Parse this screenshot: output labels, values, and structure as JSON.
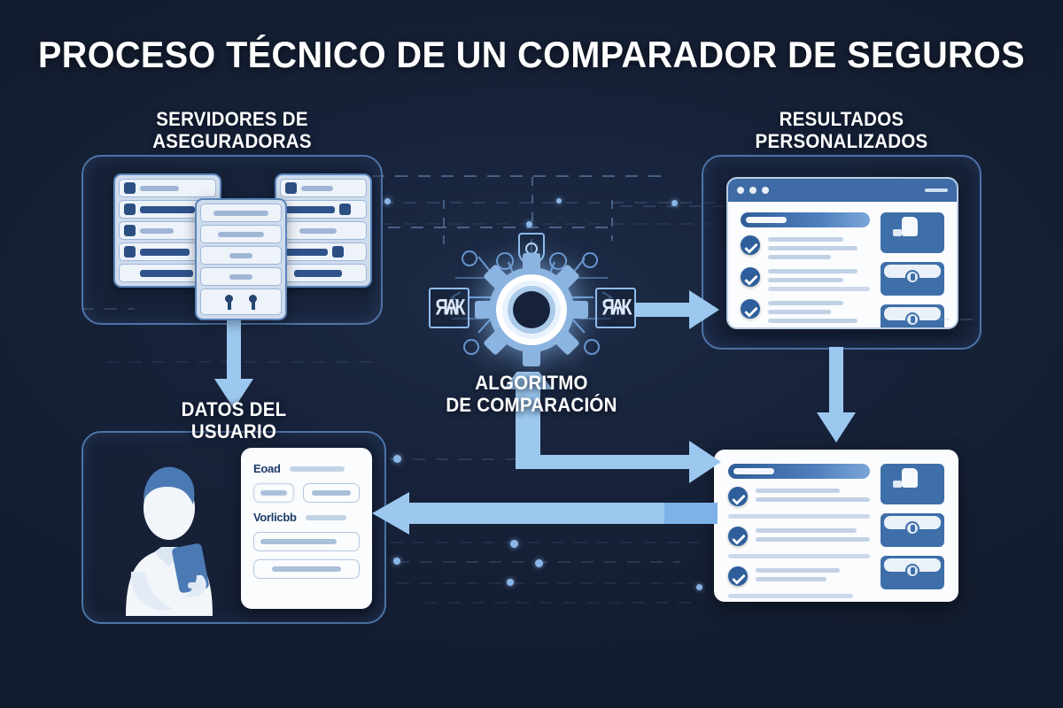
{
  "meta": {
    "title": "PROCESO TÉCNICO DE UN COMPARADOR DE SEGUROS",
    "background_color": "#151f33",
    "accent_color": "#8cb4e0",
    "panel_border_color": "#4d74a8",
    "card_blue": "#3e6fa8"
  },
  "panels": {
    "servers": {
      "label": "SERVIDORES DE\nASEGURADORAS",
      "icon": "server-rack-icon",
      "racks": [
        {
          "name": "rack-left",
          "rows": 5
        },
        {
          "name": "rack-center",
          "rows": 5
        },
        {
          "name": "rack-right",
          "rows": 5
        }
      ]
    },
    "results": {
      "label": "RESULTADOS\nPERSONALIZADOS",
      "window": {
        "dots": 3,
        "rows": 3,
        "side_icons": [
          "thumbs-up-icon",
          "wallet-icon",
          "wallet-icon"
        ]
      }
    },
    "user_data": {
      "label": "DATOS DEL\nUSUARIO",
      "illustration": "person-with-phone",
      "form": {
        "field_labels": [
          "Eoad",
          "Vorlicbb"
        ],
        "fields": 4
      }
    },
    "comparison": {
      "label": "ALGORITMO\nDE COMPARACIÓN",
      "center_icon": "gear-icon",
      "left_icon": "data-node-icon",
      "right_icon": "data-node-icon",
      "top_icon": "shield-security-icon"
    },
    "offers": {
      "rows": 3,
      "side_icons": [
        "thumbs-up-icon",
        "wallet-icon",
        "wallet-icon"
      ]
    }
  },
  "flow": {
    "arrows": [
      {
        "name": "arrow-servers-to-user",
        "direction": "down"
      },
      {
        "name": "arrow-algorithm-to-results",
        "direction": "right"
      },
      {
        "name": "arrow-results-to-offers",
        "direction": "down"
      },
      {
        "name": "arrow-user-to-algorithm",
        "direction": "up-right"
      },
      {
        "name": "arrow-offers-to-user",
        "direction": "left"
      }
    ]
  }
}
